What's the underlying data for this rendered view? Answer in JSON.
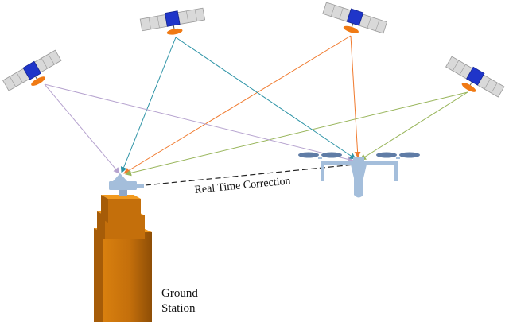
{
  "diagram": {
    "correction_label": "Real Time Correction",
    "station_label_line1": "Ground",
    "station_label_line2": "Station"
  },
  "signal_colors": {
    "sat1": "#b6a3cf",
    "sat2": "#2c93a6",
    "sat3": "#f07a2e",
    "sat4": "#98b55a"
  },
  "palette": {
    "satellite_panel": "#d9d9d9",
    "satellite_body": "#1f35c9",
    "satellite_dish": "#f07a14",
    "tower_front": "#c46f0b",
    "tower_side": "#a65c08",
    "tower_top": "#f29a1e",
    "drone": "#a4bedb",
    "rotor": "#5f7ca6",
    "correction_line": "#222222"
  },
  "icons": {
    "satellite": "satellite-icon",
    "drone": "drone-icon",
    "antenna": "antenna-icon",
    "tower": "tower-icon"
  }
}
